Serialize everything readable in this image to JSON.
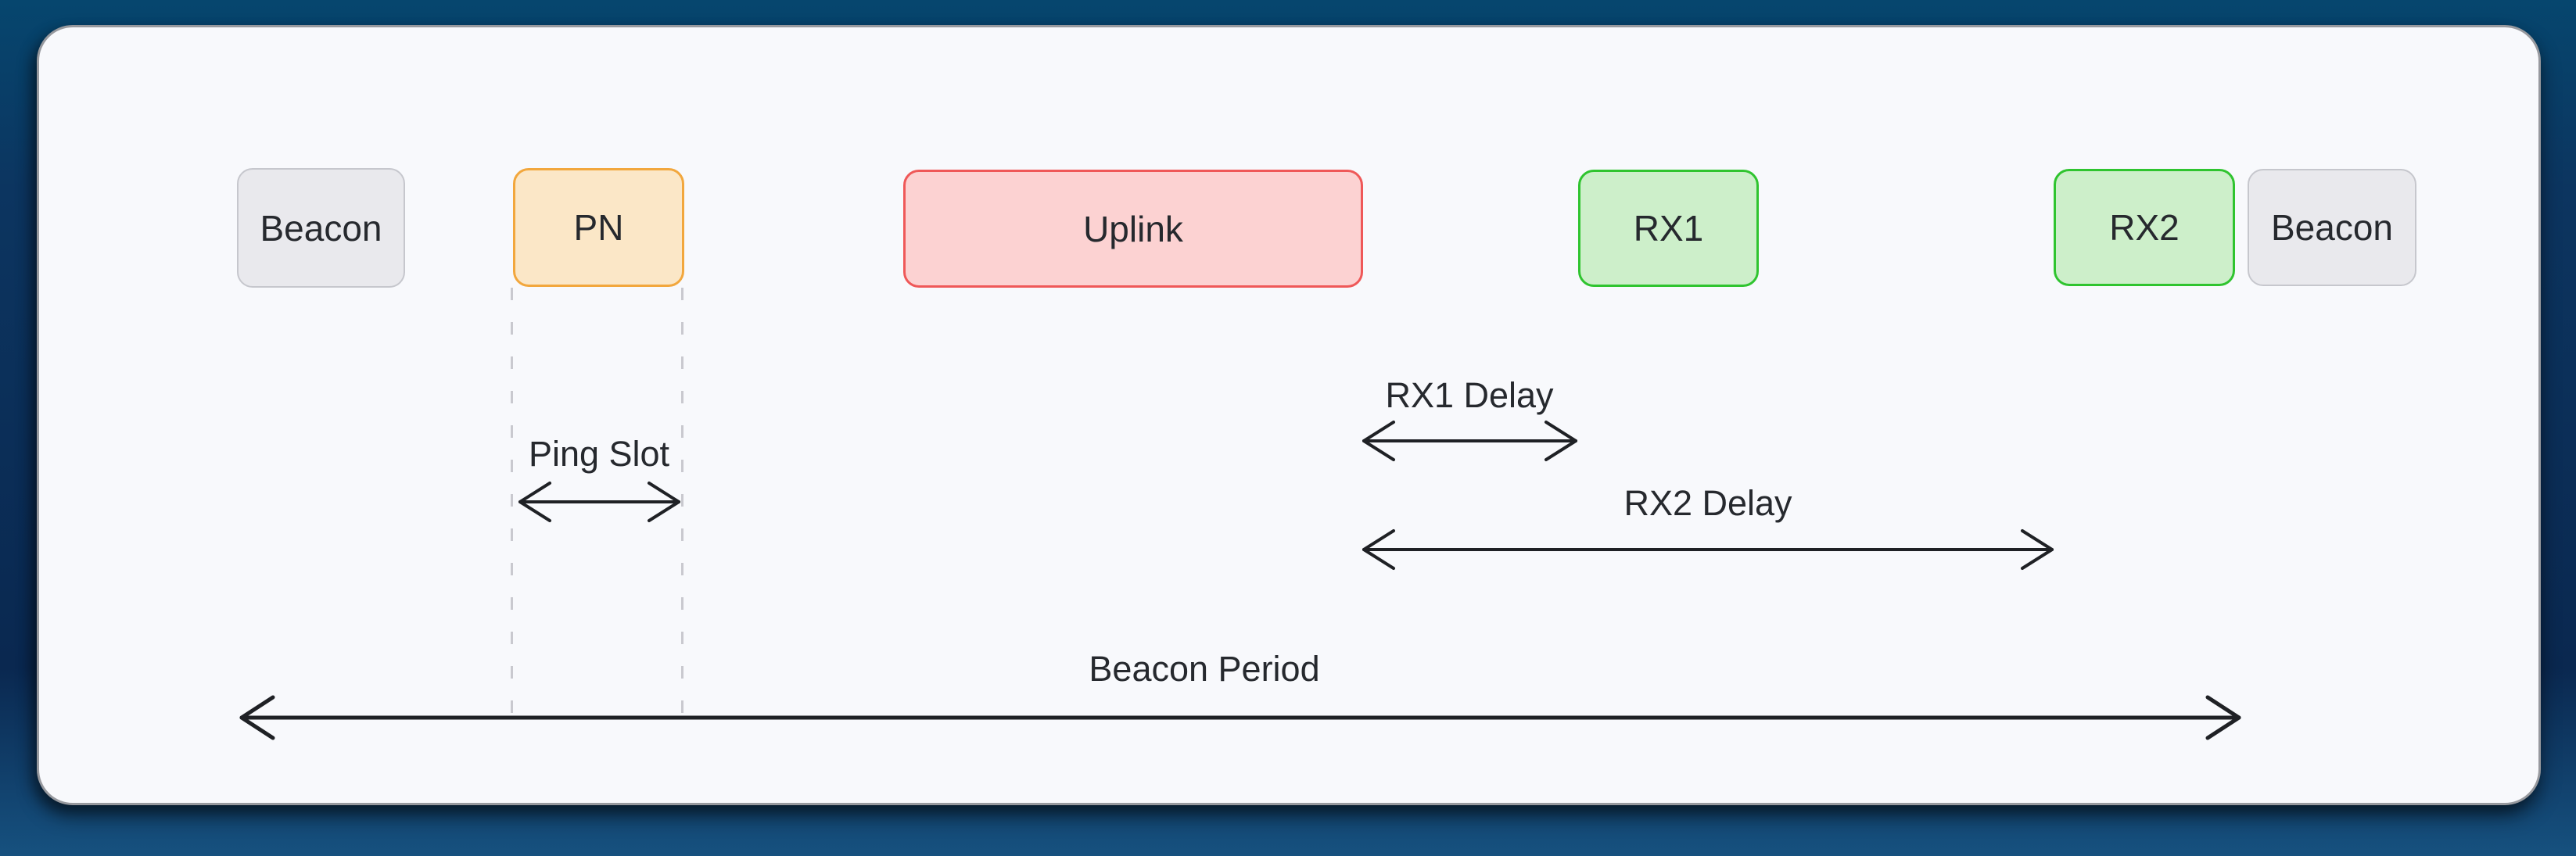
{
  "diagram": {
    "type": "timing-diagram",
    "nodes": {
      "beacon_start": {
        "label": "Beacon"
      },
      "pn": {
        "label": "PN"
      },
      "uplink": {
        "label": "Uplink"
      },
      "rx1": {
        "label": "RX1"
      },
      "rx2": {
        "label": "RX2"
      },
      "beacon_end": {
        "label": "Beacon"
      }
    },
    "annotations": {
      "ping_slot": {
        "label": "Ping Slot"
      },
      "rx1_delay": {
        "label": "RX1 Delay"
      },
      "rx2_delay": {
        "label": "RX2 Delay"
      },
      "beacon_period": {
        "label": "Beacon Period"
      }
    },
    "colors": {
      "bg_top": "#06466e",
      "bg_upper": "#0c3560",
      "bg_mid": "#0a2850",
      "bg_bottom": "#16517f",
      "card_bg": "#f8f9fc",
      "card_border": "#97999e",
      "beacon_fill": "#e9e9ed",
      "beacon_border": "#c6c7cd",
      "pn_fill": "#fbe7c7",
      "pn_border": "#f2a73d",
      "uplink_fill": "#fcd2d2",
      "uplink_border": "#ef5858",
      "rx_fill": "#cdefca",
      "rx_border": "#2fc42f",
      "arrow": "#1f2125",
      "guide": "#c9c9cf",
      "text": "#26292e"
    }
  }
}
